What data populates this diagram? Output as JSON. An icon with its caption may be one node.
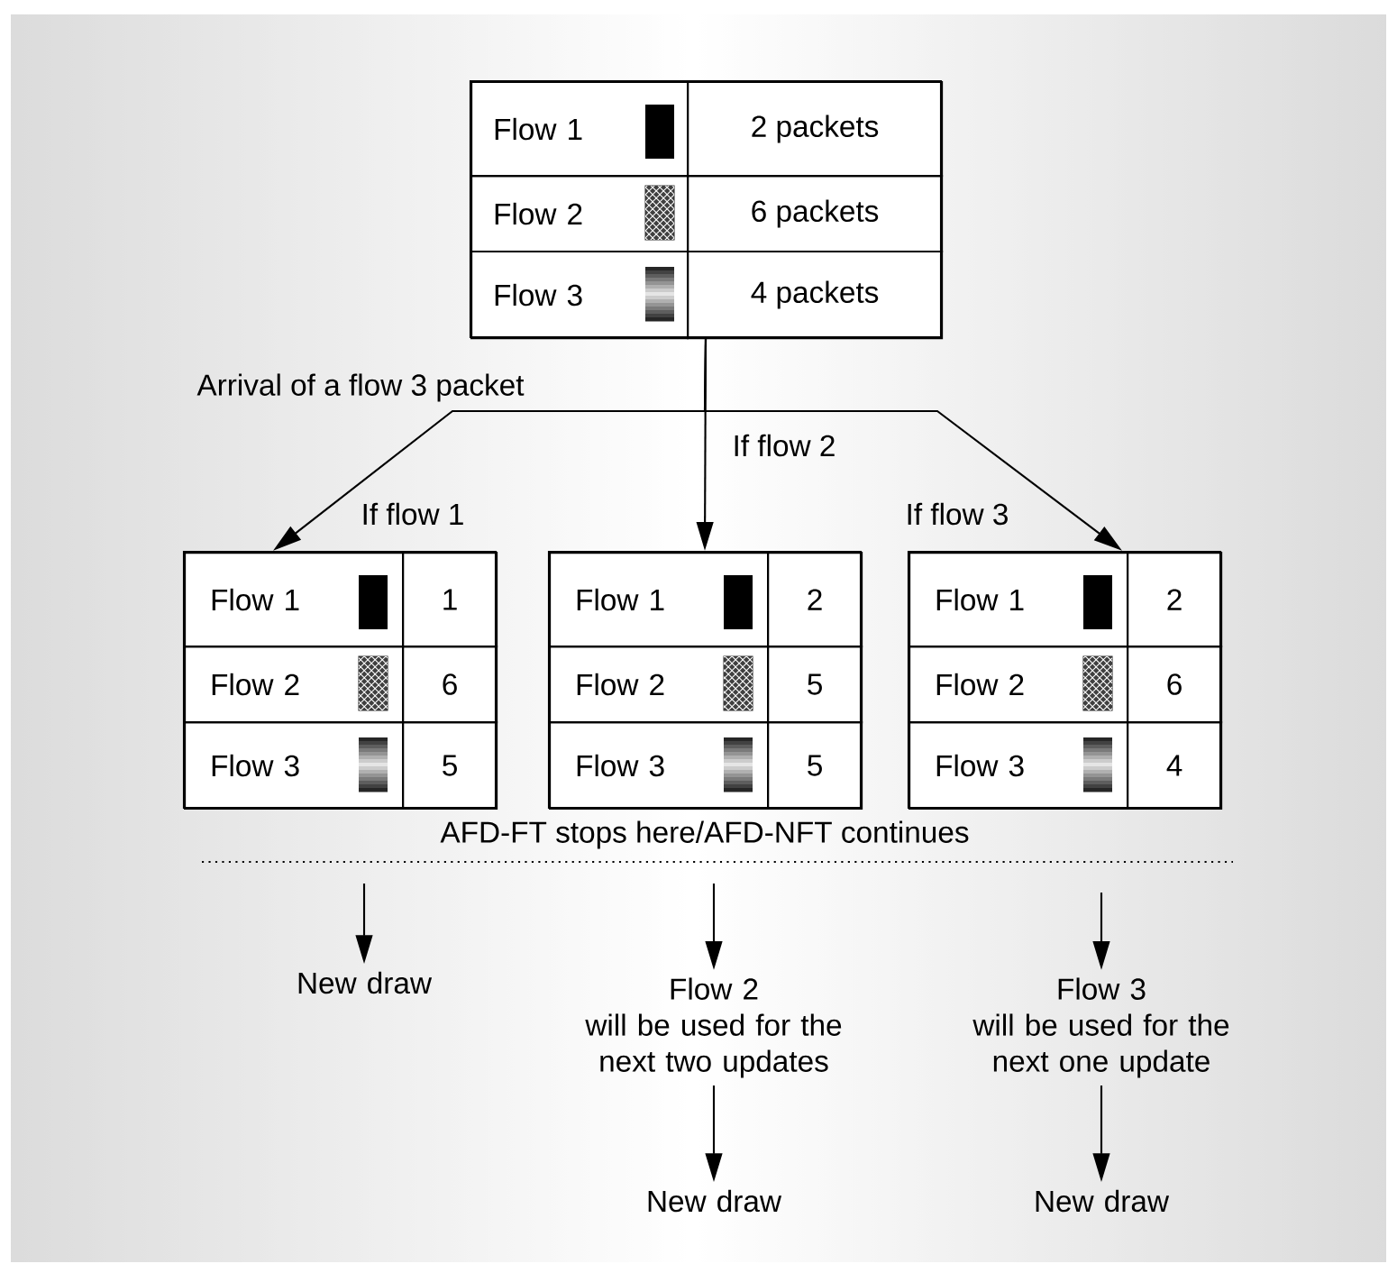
{
  "diagram": {
    "nodes": [
      {
        "text": [
          "Flow 1",
          "2 packets",
          "Flow 2",
          "6 packets",
          "Flow 3",
          "4 packets"
        ]
      },
      {
        "text": [
          "Flow 1",
          "1",
          "Flow 2",
          "6",
          "Flow 3",
          "5"
        ]
      },
      {
        "text": [
          "Flow 1",
          "2",
          "Flow 2",
          "5",
          "Flow 3",
          "5"
        ]
      },
      {
        "text": [
          "Flow 1",
          "2",
          "Flow 2",
          "6",
          "Flow 3",
          "4"
        ]
      },
      {
        "text": [
          "New draw"
        ]
      },
      {
        "text": [
          "Flow 2",
          "will be used for the next two updates"
        ]
      },
      {
        "text": [
          "New draw"
        ]
      },
      {
        "text": [
          "Flow 3",
          "will be used for the next one update"
        ]
      },
      {
        "text": [
          "New draw"
        ]
      }
    ],
    "edges": [
      {
        "from": 0,
        "to": 1,
        "arrow": "to",
        "label": "If flow 1"
      },
      {
        "from": 0,
        "to": 2,
        "arrow": "to",
        "label": "If flow 2"
      },
      {
        "from": 0,
        "to": 3,
        "arrow": "to",
        "label": "If flow 3"
      },
      {
        "from": null,
        "to": 4,
        "arrow": "to"
      },
      {
        "from": null,
        "to": 5,
        "arrow": "to"
      },
      {
        "from": 5,
        "to": 6,
        "arrow": "to"
      },
      {
        "from": null,
        "to": 7,
        "arrow": "to"
      },
      {
        "from": 7,
        "to": 8,
        "arrow": "to"
      }
    ],
    "labels": [
      "Arrival of a flow 3 packet",
      "AFD-FT stops here/AFD-NFT continues"
    ]
  }
}
